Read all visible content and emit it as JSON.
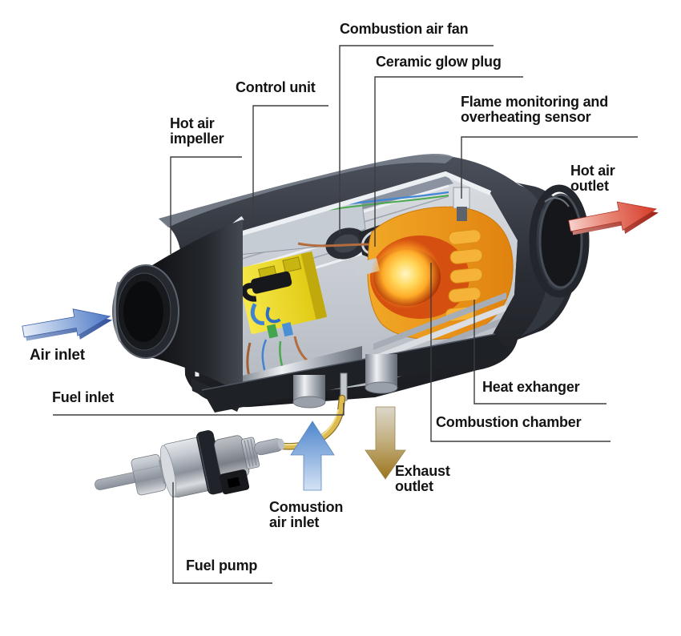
{
  "labels": {
    "combustion_air_fan": {
      "text": "Combustion air fan"
    },
    "ceramic_glow_plug": {
      "text": "Ceramic glow plug"
    },
    "control_unit": {
      "text": "Control unit"
    },
    "hot_air_impeller": {
      "line1": "Hot air",
      "line2": "impeller"
    },
    "flame_sensor": {
      "line1": "Flame monitoring and",
      "line2": "overheating sensor"
    },
    "hot_air_outlet": {
      "line1": "Hot air",
      "line2": "outlet"
    },
    "air_inlet": {
      "text": "Air inlet"
    },
    "fuel_inlet": {
      "text": "Fuel inlet"
    },
    "heat_exchanger": {
      "text": "Heat exhanger"
    },
    "combustion_chamber": {
      "text": "Combustion chamber"
    },
    "exhaust_outlet": {
      "line1": "Exhaust",
      "line2": "outlet"
    },
    "combustion_air_inlet": {
      "line1": "Comustion",
      "line2": "air inlet"
    },
    "fuel_pump": {
      "text": "Fuel pump"
    }
  },
  "arrows": {
    "air_inlet": {
      "direction": "right-up",
      "color_tail": "#e8eef8",
      "color_head": "#4c76c5"
    },
    "hot_air_outlet": {
      "direction": "right-up",
      "color_tail": "#f6d2cd",
      "color_head": "#d63a27"
    },
    "combustion_air_inlet": {
      "direction": "up",
      "color_tail": "#d4e2f4",
      "color_head": "#4e86cc"
    },
    "exhaust_outlet": {
      "direction": "down",
      "color_tail": "#dcd7ca",
      "color_head": "#9c751b"
    }
  },
  "colors": {
    "background": "#ffffff",
    "label_text": "#141414",
    "leader_line": "#3d3d3d",
    "shell_dark": "#2b2e35",
    "control_unit_yellow": "#e9d318",
    "combustion_orange": "#ee9c20",
    "flame": "#ffd95e",
    "fuel_line_yellow": "#ddbd52"
  }
}
